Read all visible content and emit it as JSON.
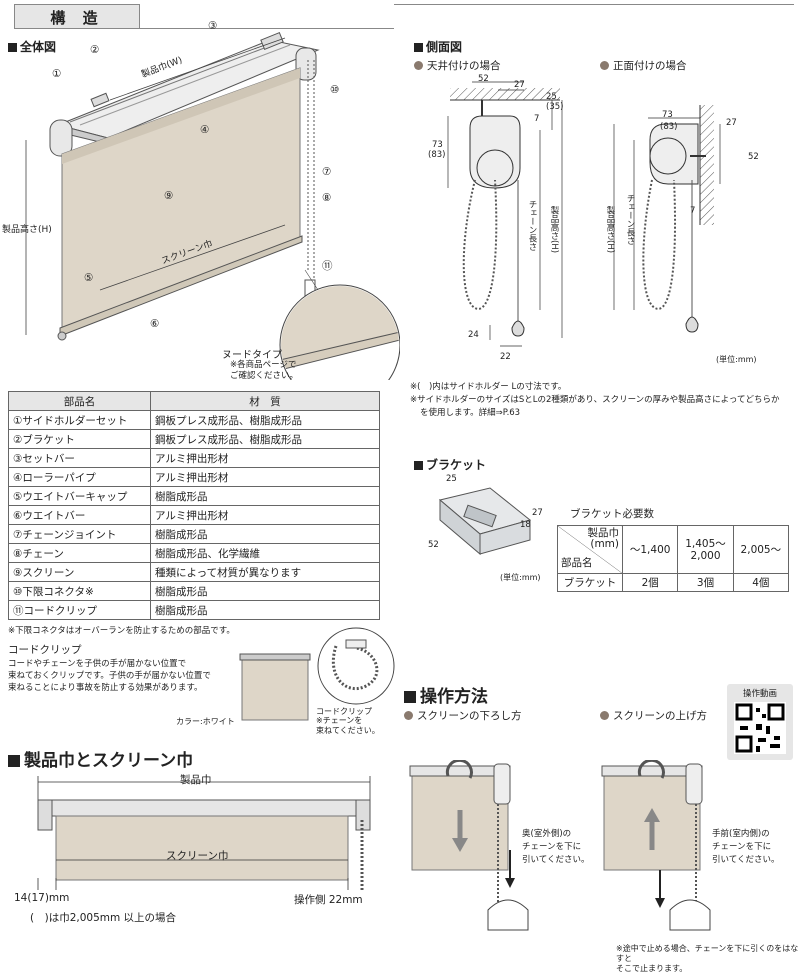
{
  "section": {
    "title": "構 造"
  },
  "overview": {
    "title": "全体図",
    "labels": {
      "n1": "①",
      "n2": "②",
      "n3": "③",
      "n4": "④",
      "n5": "⑤",
      "n6": "⑥",
      "n7": "⑦",
      "n8": "⑧",
      "n9": "⑨",
      "n10": "⑩",
      "n11": "⑪",
      "width": "製品巾(W)",
      "height": "製品高さ(H)",
      "screen": "スクリーン巾"
    },
    "nude_type": "ヌードタイプ",
    "nude_note": "※各商品ページで\nご確認ください。"
  },
  "side_view": {
    "title": "側面図",
    "ceiling": {
      "label": "天井付けの場合",
      "d52": "52",
      "d27": "27",
      "d25": "25",
      "d35": "(35)",
      "d7": "7",
      "d73": "73",
      "d83": "(83)",
      "chain_len": "チェーン長さ",
      "prod_h": "製品高さ(H)",
      "d24": "24",
      "d22": "22"
    },
    "front": {
      "label": "正面付けの場合",
      "d73": "73",
      "d83": "(83)",
      "d27": "27",
      "d52": "52",
      "d7": "7",
      "chain_len": "チェーン長さ",
      "prod_h": "製品高さ(H)"
    },
    "unit": "(単位:mm)",
    "note1": "※(　)内はサイドホルダー Lの寸法です。",
    "note2": "※サイドホルダーのサイズはSとLの2種類があり、スクリーンの厚みや製品高さによってどちらか",
    "note3": "を使用します。詳細⇒P.63"
  },
  "parts": {
    "headers": [
      "部品名",
      "材　質"
    ],
    "rows": [
      [
        "①サイドホルダーセット",
        "鋼板プレス成形品、樹脂成形品"
      ],
      [
        "②ブラケット",
        "鋼板プレス成形品、樹脂成形品"
      ],
      [
        "③セットバー",
        "アルミ押出形材"
      ],
      [
        "④ローラーパイプ",
        "アルミ押出形材"
      ],
      [
        "⑤ウエイトバーキャップ",
        "樹脂成形品"
      ],
      [
        "⑥ウエイトバー",
        "アルミ押出形材"
      ],
      [
        "⑦チェーンジョイント",
        "樹脂成形品"
      ],
      [
        "⑧チェーン",
        "樹脂成形品、化学繊維"
      ],
      [
        "⑨スクリーン",
        "種類によって材質が異なります"
      ],
      [
        "⑩下限コネクタ※",
        "樹脂成形品"
      ],
      [
        "⑪コードクリップ",
        "樹脂成形品"
      ]
    ],
    "note": "※下限コネクタはオーバーランを防止するための部品です。"
  },
  "bracket": {
    "title": "ブラケット",
    "d25": "25",
    "d27": "27",
    "d18": "18",
    "d52": "52",
    "unit": "(単位:mm)",
    "req_title": "ブラケット必要数",
    "req_corner_top": "製品巾\n(mm)",
    "req_corner_bottom": "部品名",
    "req_cols": [
      "〜1,400",
      "1,405〜\n2,000",
      "2,005〜"
    ],
    "req_row_label": "ブラケット",
    "req_values": [
      "2個",
      "3個",
      "4個"
    ]
  },
  "cord_clip": {
    "title": "コードクリップ",
    "desc1": "コードやチェーンを子供の手が届かない位置で",
    "desc2": "束ねておくクリップです。子供の手が届かない位置で",
    "desc3": "束ねることにより事故を防止する効果があります。",
    "color": "カラー:ホワイト",
    "label": "コードクリップ",
    "note": "※チェーンを\n束ねてください。"
  },
  "width_section": {
    "title": "製品巾とスクリーン巾",
    "prod_w": "製品巾",
    "screen_w": "スクリーン巾",
    "left_dim": "14(17)mm",
    "right_dim": "操作側 22mm",
    "note": "(　)は巾2,005mm 以上の場合"
  },
  "operation": {
    "title": "操作方法",
    "video": "操作動画",
    "down": {
      "label": "スクリーンの下ろし方",
      "desc": "奥(室外側)の\nチェーンを下に\n引いてください。"
    },
    "up": {
      "label": "スクリーンの上げ方",
      "desc": "手前(室内側)の\nチェーンを下に\n引いてください。"
    },
    "note": "※途中で止める場合、チェーンを下に引くのをはなすと\nそこで止まります。"
  },
  "colors": {
    "screen": "#ded6c8",
    "frame": "#c8c8c8",
    "accent": "#8a7a6e"
  }
}
